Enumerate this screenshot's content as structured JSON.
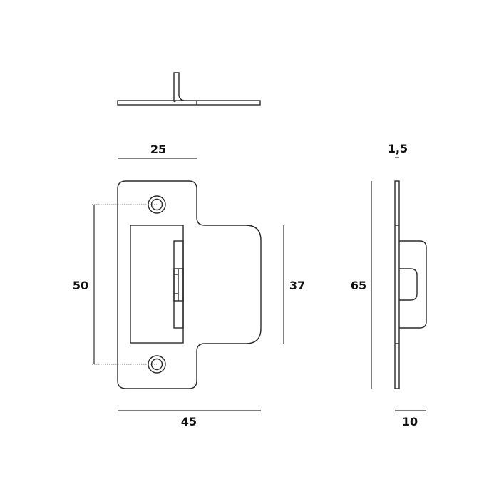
{
  "drawing": {
    "subject": "Strike plate technical drawing",
    "views": [
      "top-view",
      "front-view",
      "side-view"
    ],
    "colors": {
      "line": "#2a2a2a",
      "text": "#111111",
      "background": "#ffffff"
    }
  },
  "dimensions": {
    "top_width": "25",
    "hole_spacing": "50",
    "lip_height": "37",
    "total_width": "45",
    "total_height": "65",
    "thickness": "1,5",
    "depth": "10"
  }
}
